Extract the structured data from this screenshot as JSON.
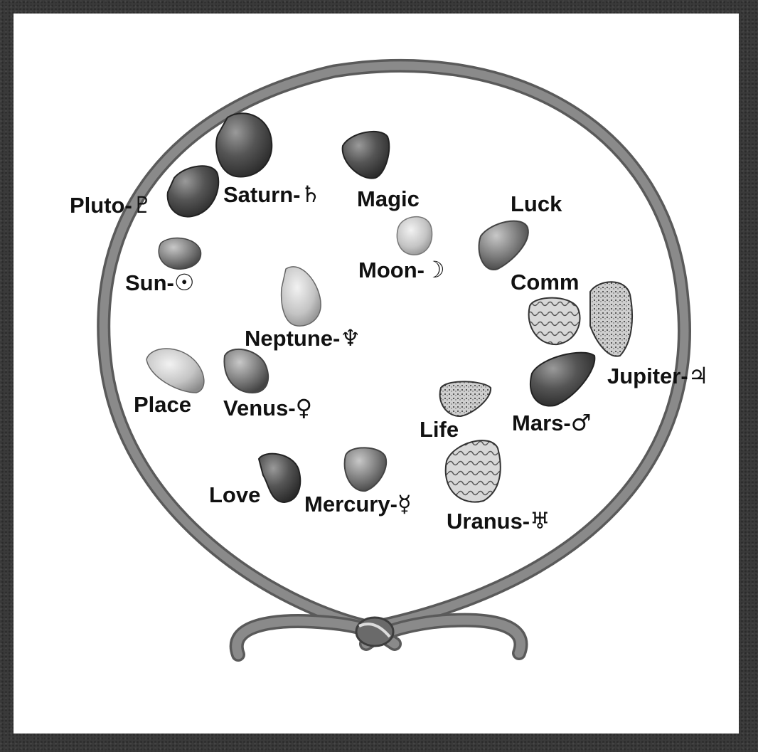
{
  "labels": {
    "pluto": {
      "name": "Pluto-",
      "symbol": "♇"
    },
    "saturn": {
      "name": "Saturn-",
      "symbol": "♄"
    },
    "magic": {
      "name": "Magic"
    },
    "luck": {
      "name": "Luck"
    },
    "sun": {
      "name": "Sun-",
      "symbol": "☉"
    },
    "moon": {
      "name": "Moon-",
      "symbol": "☽"
    },
    "comm": {
      "name": "Comm"
    },
    "neptune": {
      "name": "Neptune-",
      "symbol": "♆"
    },
    "jupiter": {
      "name": "Jupiter-",
      "symbol": "♃"
    },
    "place": {
      "name": "Place"
    },
    "venus": {
      "name": "Venus-",
      "symbol": "♀"
    },
    "life": {
      "name": "Life"
    },
    "mars": {
      "name": "Mars-",
      "symbol": "♂"
    },
    "love": {
      "name": "Love"
    },
    "mercury": {
      "name": "Mercury-",
      "symbol": "☿"
    },
    "uranus": {
      "name": "Uranus-",
      "symbol": "♅"
    }
  },
  "colors": {
    "frame": "#3a3a3a",
    "panel": "#ffffff",
    "cord": "#7d7d7d",
    "text": "#111111"
  }
}
